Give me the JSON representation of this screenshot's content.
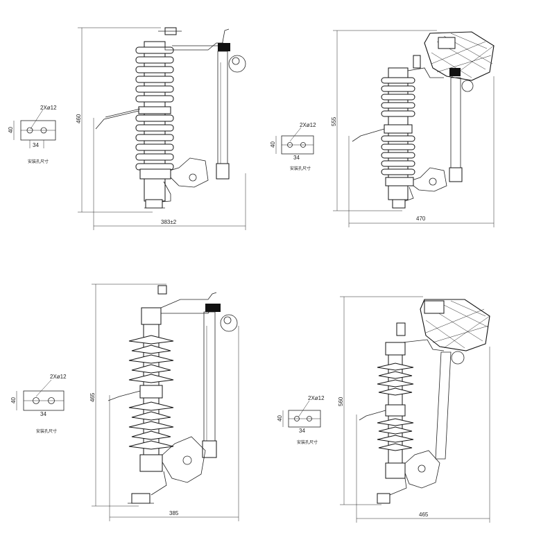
{
  "sheet_caption": "安装孔尺寸",
  "views": [
    {
      "id": "tl",
      "height_label": "460",
      "width_label": "383±2",
      "hole_label": "2Xø12",
      "hole_height": "40",
      "hole_spacing": "34",
      "caption": "安装孔尺寸"
    },
    {
      "id": "tr",
      "height_label": "555",
      "width_label": "470",
      "hole_label": "2Xø12",
      "hole_height": "40",
      "hole_spacing": "34",
      "caption": "安装孔尺寸"
    },
    {
      "id": "bl",
      "height_label": "465",
      "width_label": "385",
      "hole_label": "2Xø12",
      "hole_height": "40",
      "hole_spacing": "34",
      "caption": "安装孔尺寸"
    },
    {
      "id": "br",
      "height_label": "560",
      "width_label": "465",
      "hole_label": "2Xø12",
      "hole_height": "40",
      "hole_spacing": "34",
      "caption": "安装孔尺寸"
    }
  ]
}
